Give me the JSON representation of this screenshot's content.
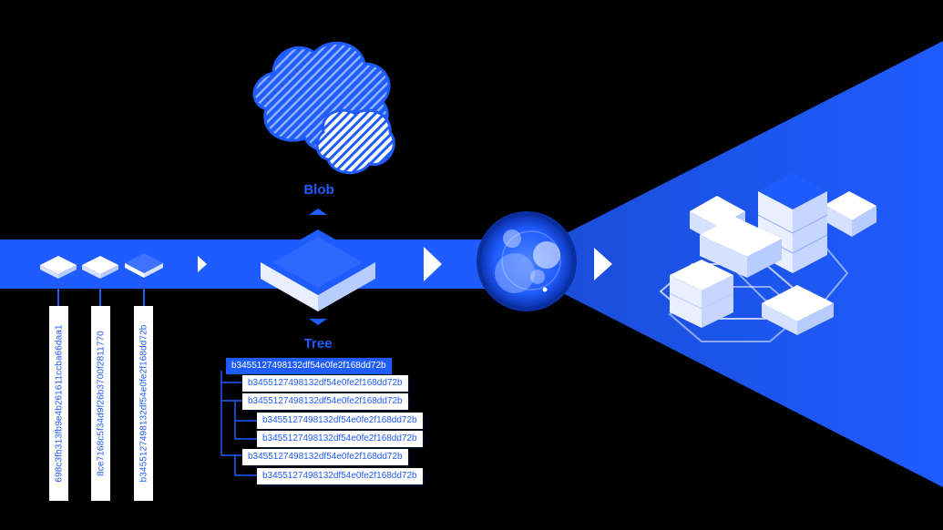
{
  "labels": {
    "blob": "Blob",
    "tree": "Tree"
  },
  "hashes": [
    "698c3fb313fb9e4b261611ccba66daa1",
    "8ce7168c5f34d9f26b3700f2811770",
    "b3455127498132df54e0fe2f168dd72b"
  ],
  "tree": {
    "root": "b3455127498132df54e0fe2f168dd72b",
    "children": [
      "b3455127498132df54e0fe2f168dd72b",
      "b3455127498132df54e0fe2f168dd72b",
      "b3455127498132df54e0fe2f168dd72b",
      "b3455127498132df54e0fe2f168dd72b",
      "b3455127498132df54e0fe2f168dd72b",
      "b3455127498132df54e0fe2f168dd72b"
    ]
  },
  "colors": {
    "accent": "#1f5cff",
    "background": "#000000",
    "card": "#ffffff"
  }
}
